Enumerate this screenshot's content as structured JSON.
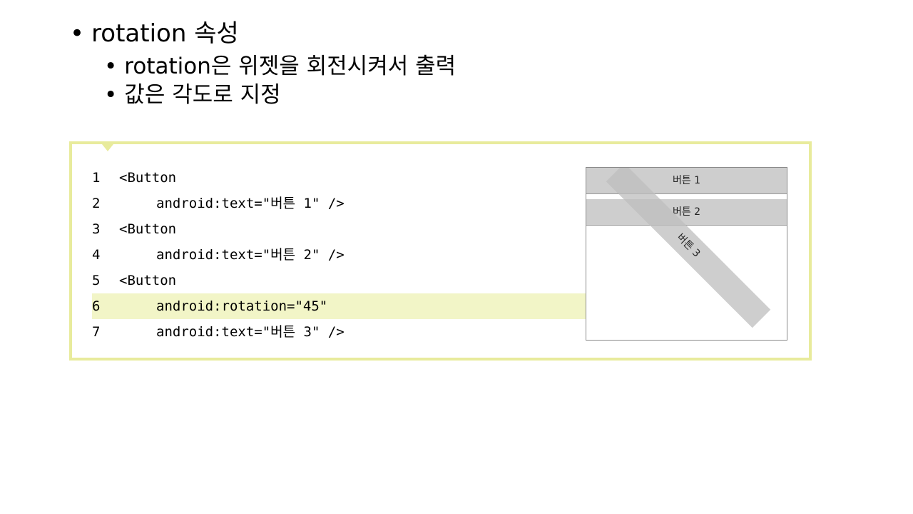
{
  "bullets": {
    "level1": [
      {
        "glyph": "•",
        "text": "rotation 속성"
      }
    ],
    "level2": [
      {
        "glyph": "•",
        "text": "rotation은 위젯을 회전시켜서 출력"
      },
      {
        "glyph": "•",
        "text": "값은 각도로 지정"
      }
    ]
  },
  "code": {
    "lines": [
      {
        "num": "1",
        "text": "<Button"
      },
      {
        "num": "2",
        "text": "android:text=\"버튼 1\" />"
      },
      {
        "num": "3",
        "text": "<Button"
      },
      {
        "num": "4",
        "text": "android:text=\"버튼 2\" />"
      },
      {
        "num": "5",
        "text": "<Button"
      },
      {
        "num": "6",
        "text": "android:rotation=\"45\""
      },
      {
        "num": "7",
        "text": "android:text=\"버튼 3\" />"
      }
    ],
    "highlighted_line": "6"
  },
  "preview": {
    "button1_label": "버튼 1",
    "button2_label": "버튼 2",
    "button3_label": "버튼 3",
    "button3_rotation_deg": 45
  },
  "colors": {
    "panel_border": "#e8eb9c",
    "highlight_bg": "#f2f5c7",
    "preview_button": "#bebebe"
  }
}
